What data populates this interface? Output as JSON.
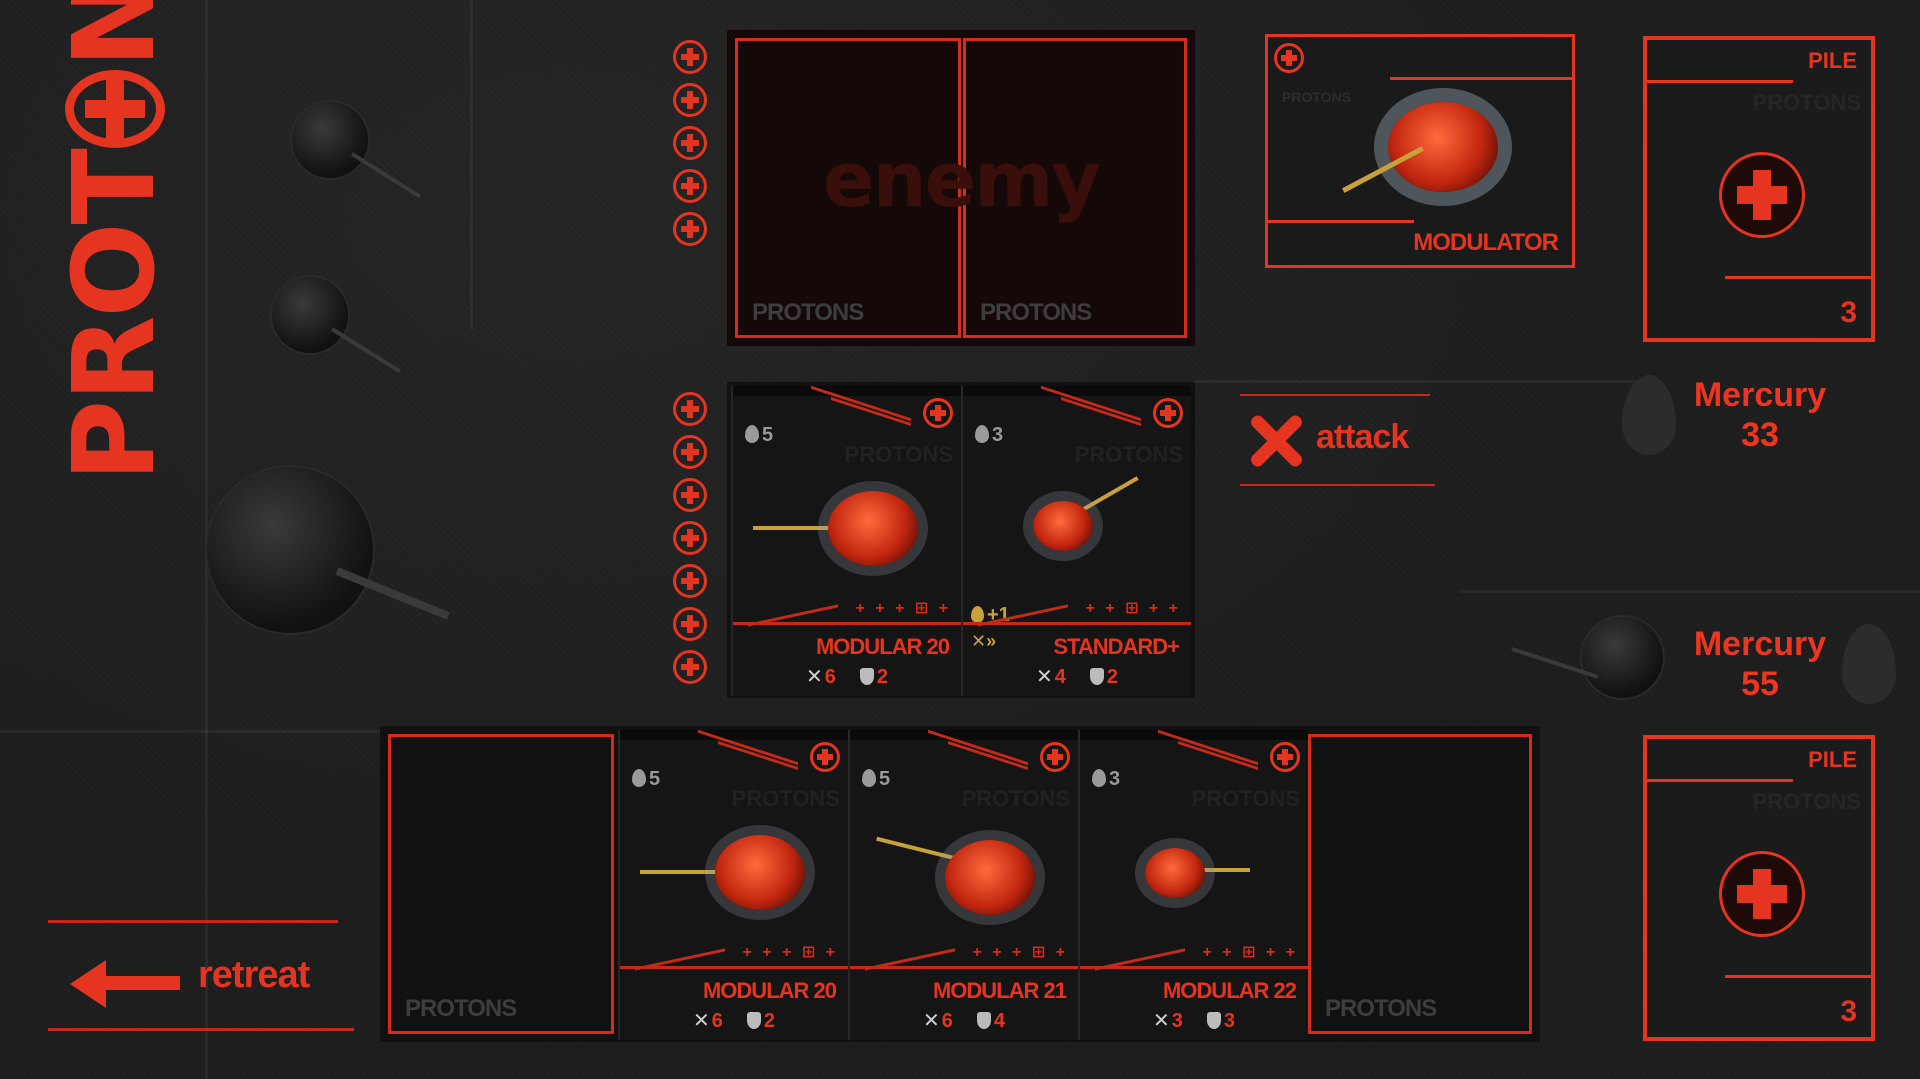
{
  "logo": {
    "before": "PROT",
    "after": "NS"
  },
  "enemy_zone": {
    "label": "enemy",
    "slots": [
      {
        "watermark": "PROTONS"
      },
      {
        "watermark": "PROTONS"
      }
    ]
  },
  "modulator": {
    "name": "MODULATOR",
    "watermark": "PROTONS"
  },
  "enemy_pile": {
    "label": "PILE",
    "watermark": "PROTONS",
    "count": "3"
  },
  "enemy_resource": {
    "name": "Mercury",
    "value": "33"
  },
  "player_resource": {
    "name": "Mercury",
    "value": "55"
  },
  "player_pile": {
    "label": "PILE",
    "watermark": "PROTONS",
    "count": "3"
  },
  "attack": {
    "label": "attack"
  },
  "retreat": {
    "label": "retreat"
  },
  "battle_cards": [
    {
      "cost": "5",
      "watermark": "PROTONS",
      "name": "MODULAR 20",
      "attack": "6",
      "defense": "2",
      "deco": "+ + + ⊞ +"
    },
    {
      "cost": "3",
      "watermark": "PROTONS",
      "name": "STANDARD+",
      "attack": "4",
      "defense": "2",
      "deco": "+ + ⊞ + +",
      "bonus_mercury": "+1",
      "bonus_attack": "✕»"
    }
  ],
  "hand_slots": [
    {
      "watermark": "PROTONS"
    },
    {
      "watermark": "PROTONS"
    }
  ],
  "hand_cards": [
    {
      "cost": "5",
      "watermark": "PROTONS",
      "name": "MODULAR 20",
      "attack": "6",
      "defense": "2",
      "deco": "+ + + ⊞ +"
    },
    {
      "cost": "5",
      "watermark": "PROTONS",
      "name": "MODULAR 21",
      "attack": "6",
      "defense": "4",
      "deco": "+ + + ⊞ +"
    },
    {
      "cost": "3",
      "watermark": "PROTONS",
      "name": "MODULAR 22",
      "attack": "3",
      "defense": "3",
      "deco": "+ + ⊞ + +"
    }
  ]
}
